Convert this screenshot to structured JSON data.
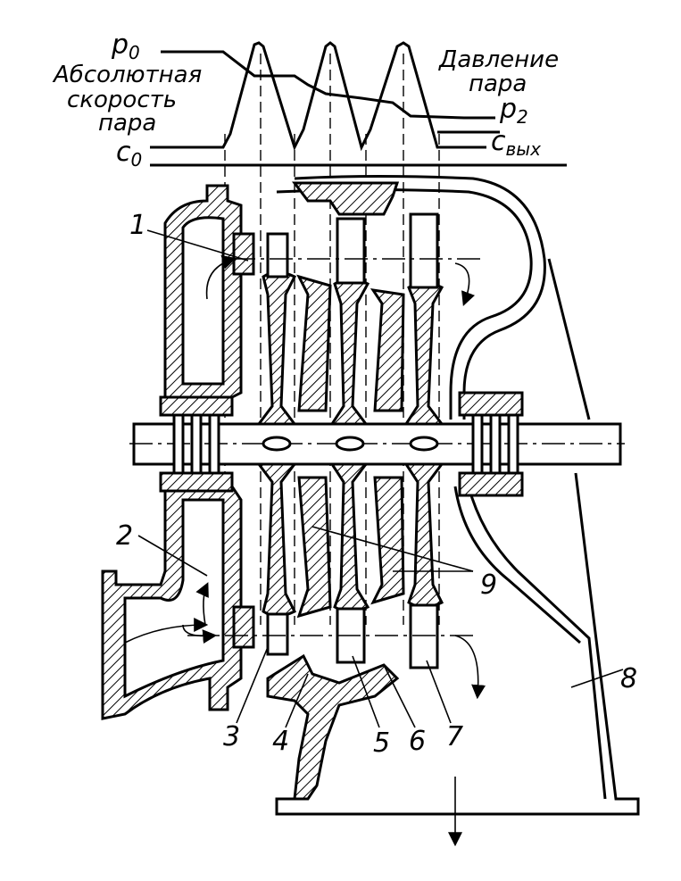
{
  "diagram": {
    "labels_top": {
      "p0": "p",
      "p0_sub": "0",
      "abs_speed_line1": "Абсолютная",
      "abs_speed_line2": "скорость",
      "abs_speed_line3": "пара",
      "c0": "c",
      "c0_sub": "0",
      "pressure_line1": "Давление",
      "pressure_line2": "пара",
      "p2": "p",
      "p2_sub": "2",
      "cout": "c",
      "cout_sub": "вых"
    },
    "part_numbers": {
      "n1": "1",
      "n2": "2",
      "n3": "3",
      "n4": "4",
      "n5": "5",
      "n6": "6",
      "n7": "7",
      "n8": "8",
      "n9": "9"
    }
  }
}
